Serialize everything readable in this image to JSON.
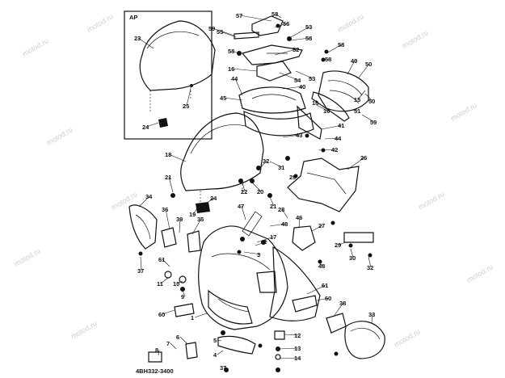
{
  "inset_box": {
    "label": "AP"
  },
  "diagram_code": "4BH332-3400",
  "watermark": "motod.ru",
  "callouts": [
    {
      "n": "57"
    },
    {
      "n": "58"
    },
    {
      "n": "56"
    },
    {
      "n": "53"
    },
    {
      "n": "58"
    },
    {
      "n": "59"
    },
    {
      "n": "55"
    },
    {
      "n": "52"
    },
    {
      "n": "58"
    },
    {
      "n": "54"
    },
    {
      "n": "16"
    },
    {
      "n": "53"
    },
    {
      "n": "58"
    },
    {
      "n": "58"
    },
    {
      "n": "49"
    },
    {
      "n": "50"
    },
    {
      "n": "16"
    },
    {
      "n": "40"
    },
    {
      "n": "44"
    },
    {
      "n": "45"
    },
    {
      "n": "16"
    },
    {
      "n": "15"
    },
    {
      "n": "50"
    },
    {
      "n": "51"
    },
    {
      "n": "41"
    },
    {
      "n": "59"
    },
    {
      "n": "44"
    },
    {
      "n": "43"
    },
    {
      "n": "42"
    },
    {
      "n": "23"
    },
    {
      "n": "25"
    },
    {
      "n": "24"
    },
    {
      "n": "18"
    },
    {
      "n": "21"
    },
    {
      "n": "22"
    },
    {
      "n": "20"
    },
    {
      "n": "31"
    },
    {
      "n": "32"
    },
    {
      "n": "29"
    },
    {
      "n": "26"
    },
    {
      "n": "21"
    },
    {
      "n": "19"
    },
    {
      "n": "24"
    },
    {
      "n": "34"
    },
    {
      "n": "36"
    },
    {
      "n": "39"
    },
    {
      "n": "35"
    },
    {
      "n": "47"
    },
    {
      "n": "48"
    },
    {
      "n": "28"
    },
    {
      "n": "46"
    },
    {
      "n": "27"
    },
    {
      "n": "17"
    },
    {
      "n": "2"
    },
    {
      "n": "3"
    },
    {
      "n": "29"
    },
    {
      "n": "30"
    },
    {
      "n": "32"
    },
    {
      "n": "61"
    },
    {
      "n": "37"
    },
    {
      "n": "11"
    },
    {
      "n": "10"
    },
    {
      "n": "9"
    },
    {
      "n": "48"
    },
    {
      "n": "61"
    },
    {
      "n": "60"
    },
    {
      "n": "1"
    },
    {
      "n": "60"
    },
    {
      "n": "38"
    },
    {
      "n": "33"
    },
    {
      "n": "6"
    },
    {
      "n": "7"
    },
    {
      "n": "8"
    },
    {
      "n": "12"
    },
    {
      "n": "5"
    },
    {
      "n": "13"
    },
    {
      "n": "4"
    },
    {
      "n": "14"
    },
    {
      "n": "37"
    }
  ]
}
